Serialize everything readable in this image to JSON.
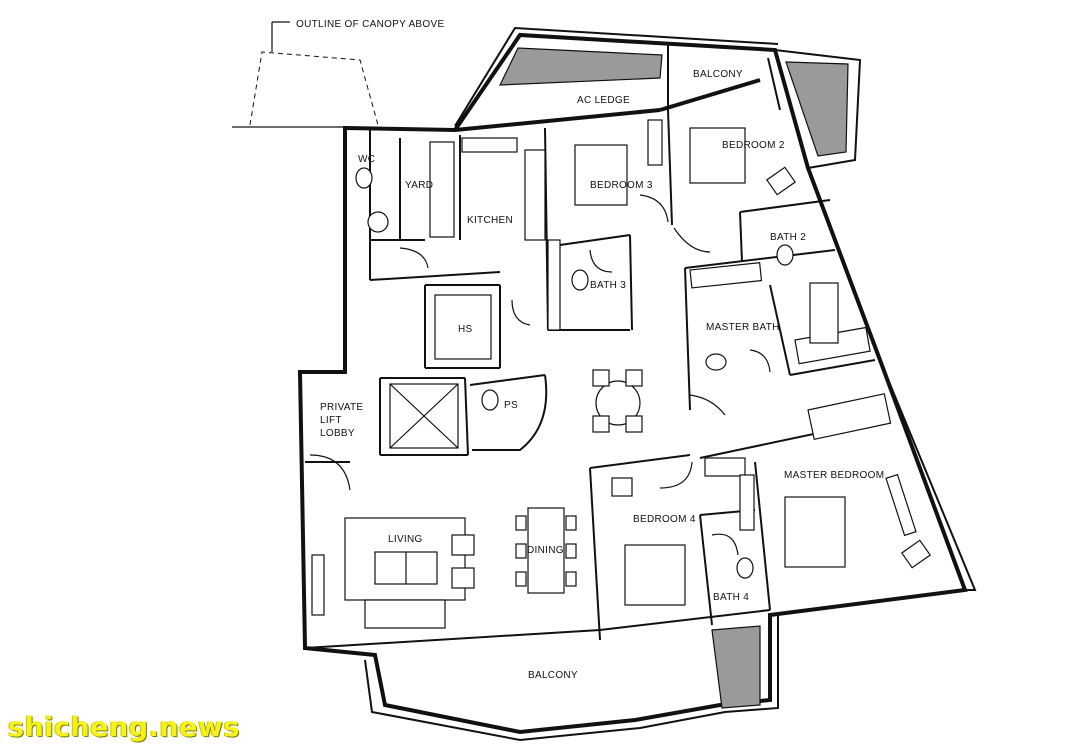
{
  "labels": {
    "canopy": "OUTLINE OF CANOPY ABOVE",
    "ac_ledge": "AC LEDGE",
    "balcony_top": "BALCONY",
    "bedroom2": "BEDROOM 2",
    "bedroom3": "BEDROOM 3",
    "yard": "YARD",
    "wc": "WC",
    "kitchen": "KITCHEN",
    "bath2": "BATH 2",
    "bath3": "BATH 3",
    "hs": "HS",
    "master_bath": "MASTER BATH",
    "private_lift_lobby_1": "PRIVATE",
    "private_lift_lobby_2": "LIFT",
    "private_lift_lobby_3": "LOBBY",
    "ps": "PS",
    "master_bedroom": "MASTER BEDROOM",
    "bedroom4": "BEDROOM 4",
    "living": "LIVING",
    "dining": "DINING",
    "bath4": "BATH 4",
    "balcony_bottom": "BALCONY"
  },
  "watermark": "shicheng.news"
}
